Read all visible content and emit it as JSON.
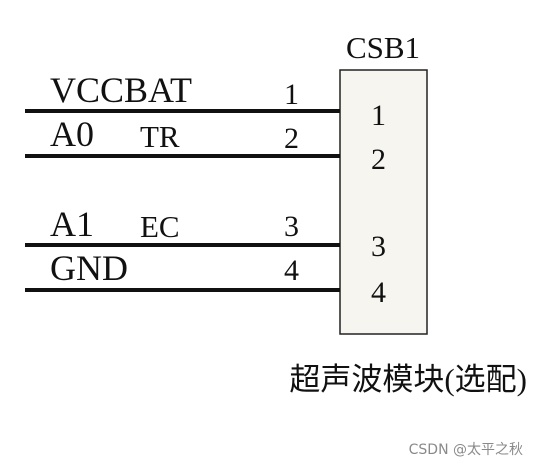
{
  "component": {
    "designator": "CSB1",
    "caption": "超声波模块(选配)",
    "pins": [
      {
        "number": "1",
        "net": "VCCBAT",
        "function": ""
      },
      {
        "number": "2",
        "net": "A0",
        "function": "TR"
      },
      {
        "number": "3",
        "net": "A1",
        "function": "EC"
      },
      {
        "number": "4",
        "net": "GND",
        "function": ""
      }
    ]
  },
  "watermark": "CSDN @太平之秋",
  "colors": {
    "ink": "#111111",
    "box_fill": "#f7f5f0",
    "watermark": "#8a8a8a"
  }
}
